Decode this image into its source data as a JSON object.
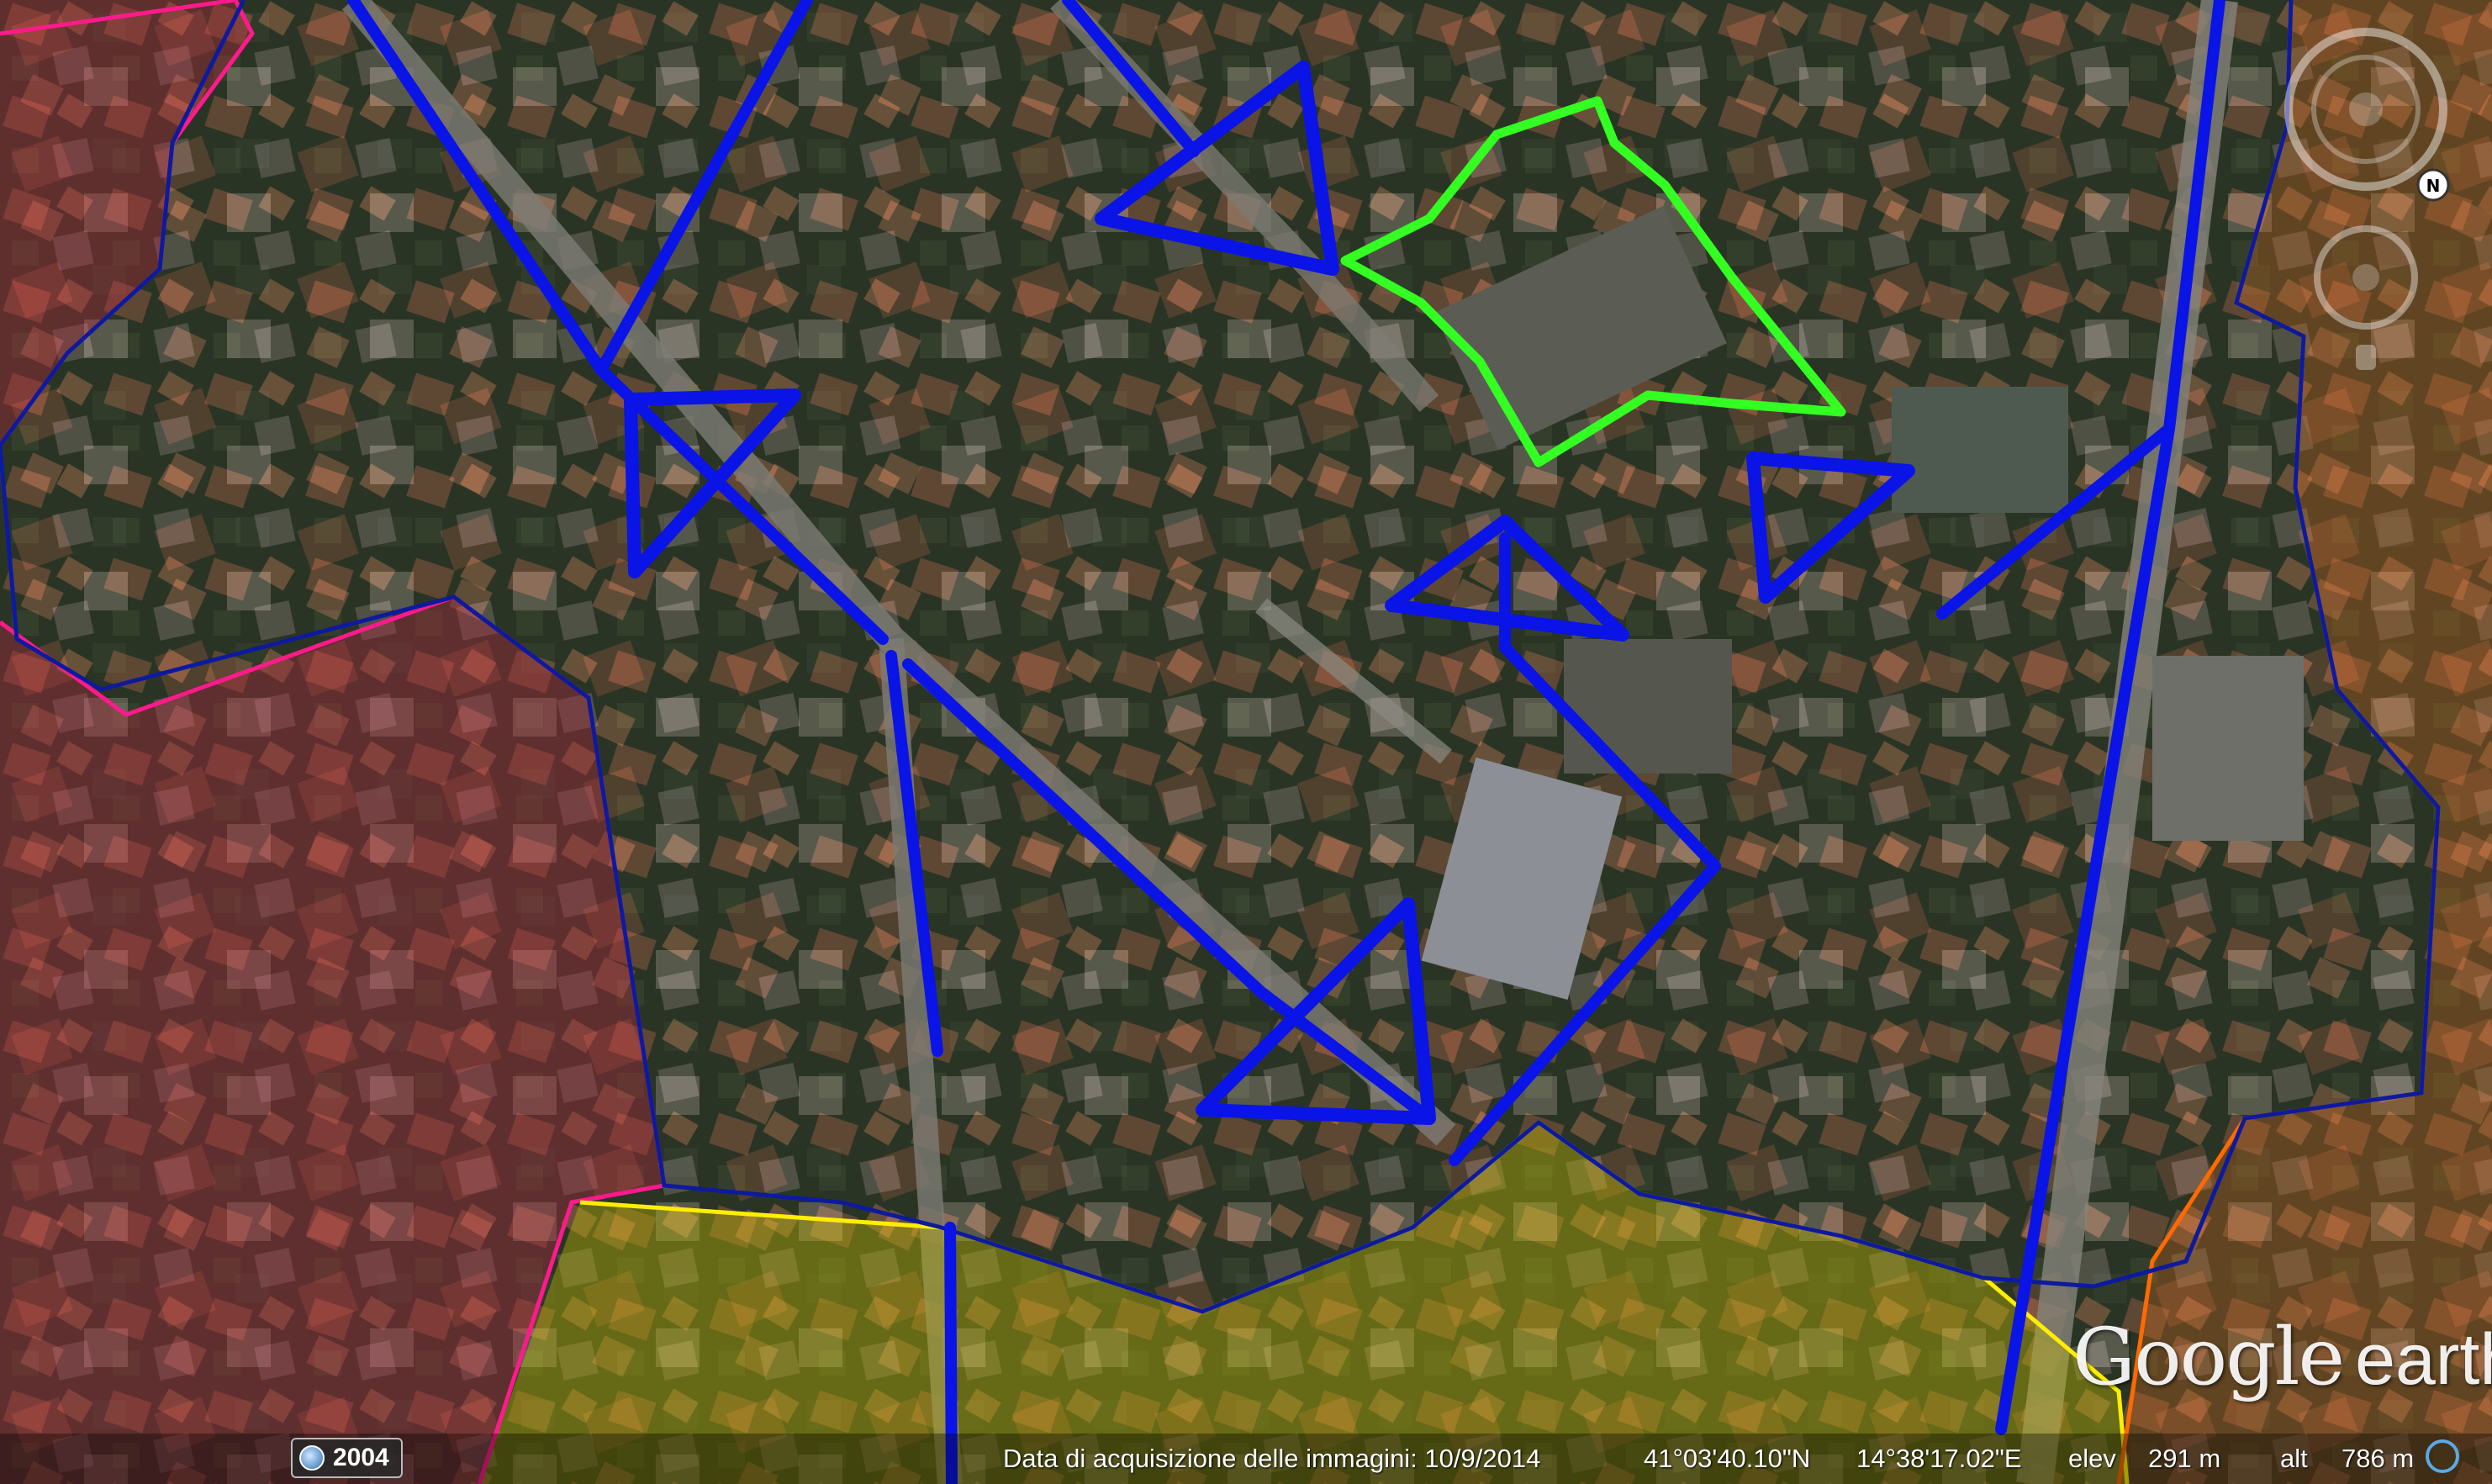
{
  "map": {
    "provider_logo": {
      "main": "Google",
      "sub": "earth"
    },
    "history_year": "2004",
    "status": {
      "acquisition": "Data di acquisizione delle immagini: 10/9/2014",
      "latitude": "41°03'40.10\"N",
      "longitude": "14°38'17.02\"E",
      "elev_label": "elev",
      "elev_value": "291 m",
      "alt_label": "alt",
      "alt_value": "786 m"
    },
    "icons": {
      "compass": "compass-ring-icon",
      "north": "north-indicator-icon",
      "history": "clock-history-icon",
      "streaming": "streaming-status-icon"
    },
    "zone_colors": {
      "dark_blue_boundary": "#0d1a9e",
      "route_blue": "#0a14e6",
      "green_area": "#33ff22",
      "yellow_zone": "#ffee00",
      "magenta_zone": "#ff1a8c",
      "orange_zone": "#ff6a00"
    }
  }
}
